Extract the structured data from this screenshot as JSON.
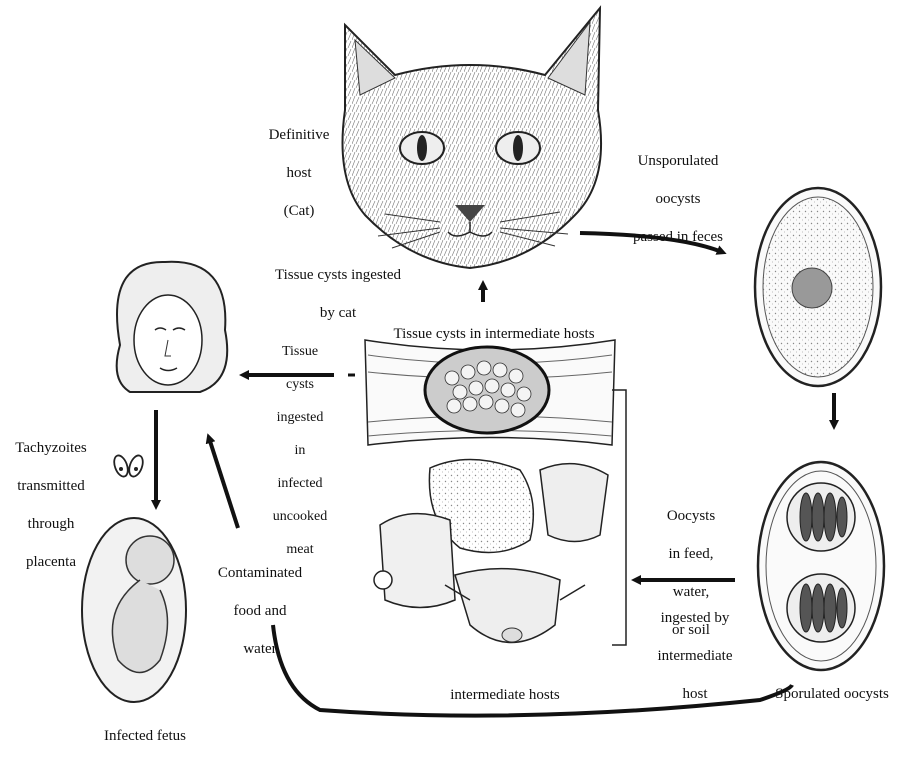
{
  "diagram": {
    "cat_label": [
      "Definitive",
      "host",
      "(Cat)"
    ],
    "unsporulated_label": [
      "Unsporulated",
      "oocysts",
      "passed in feces"
    ],
    "tissue_cysts_cat_label": [
      "Tissue cysts ingested",
      "by cat"
    ],
    "tissue_cysts_intermediate_label": "Tissue cysts in intermediate hosts",
    "tissue_cysts_meat_label": [
      "Tissue",
      "cysts",
      "ingested",
      "in",
      "infected",
      "uncooked",
      "meat"
    ],
    "tachyzoites_label": [
      "Tachyzoites",
      "transmitted",
      "through",
      "placenta"
    ],
    "contaminated_label": [
      "Contaminated",
      "food and",
      "water"
    ],
    "oocysts_feed_label": [
      "Oocysts",
      "in feed,",
      "water,",
      "or soil"
    ],
    "ingested_by_label": [
      "ingested by",
      "intermediate",
      "host"
    ],
    "intermediate_hosts_label": "intermediate hosts",
    "sporulated_label": "Sporulated oocysts",
    "fetus_label": "Infected fetus",
    "icons": [
      "cat-head",
      "human-woman",
      "human-fetus",
      "muscle-tissue-cyst",
      "farm-animals",
      "unsporulated-oocyst",
      "sporulated-oocyst",
      "tachyzoites"
    ]
  }
}
